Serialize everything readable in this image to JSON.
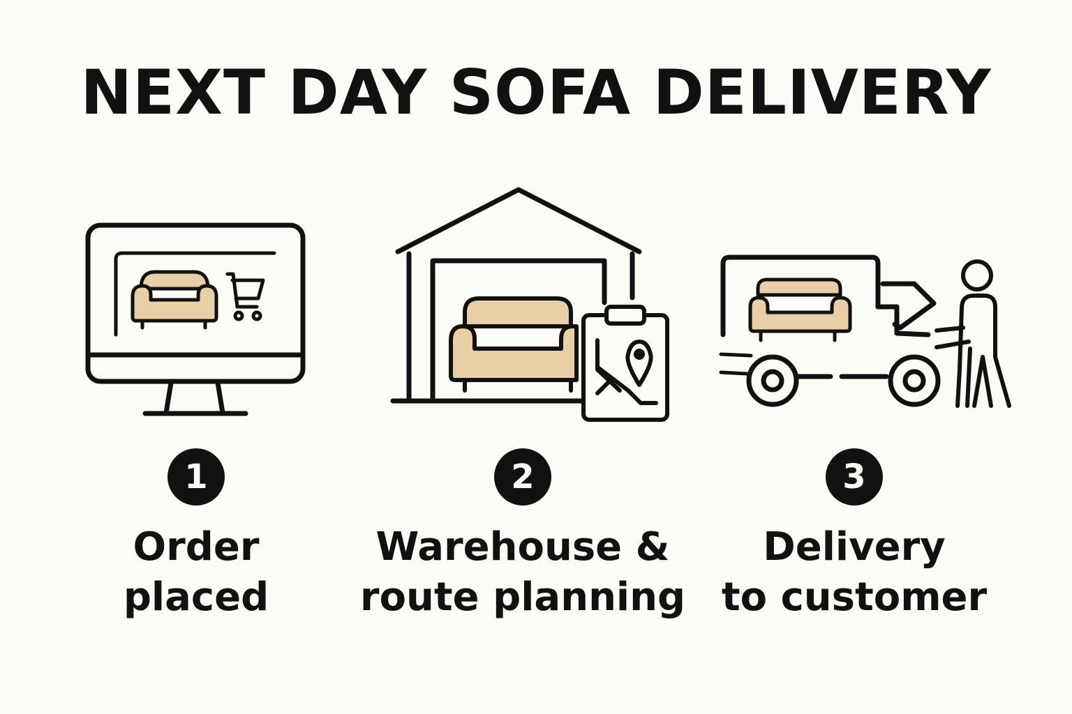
{
  "title": "NEXT DAY SOFA DELIVERY",
  "colors": {
    "background": "#fdfbf6",
    "ink": "#111111",
    "sofa_fill": "#e8cfa8"
  },
  "steps": [
    {
      "number": "1",
      "label_lines": [
        "Order",
        "placed"
      ],
      "icon": "computer-monitor-with-sofa-and-cart-icon"
    },
    {
      "number": "2",
      "label_lines": [
        "Warehouse &",
        "route planning"
      ],
      "icon": "warehouse-with-sofa-and-route-clipboard-icon"
    },
    {
      "number": "3",
      "label_lines": [
        "Delivery",
        "to customer"
      ],
      "icon": "delivery-truck-with-sofa-and-person-icon"
    }
  ]
}
